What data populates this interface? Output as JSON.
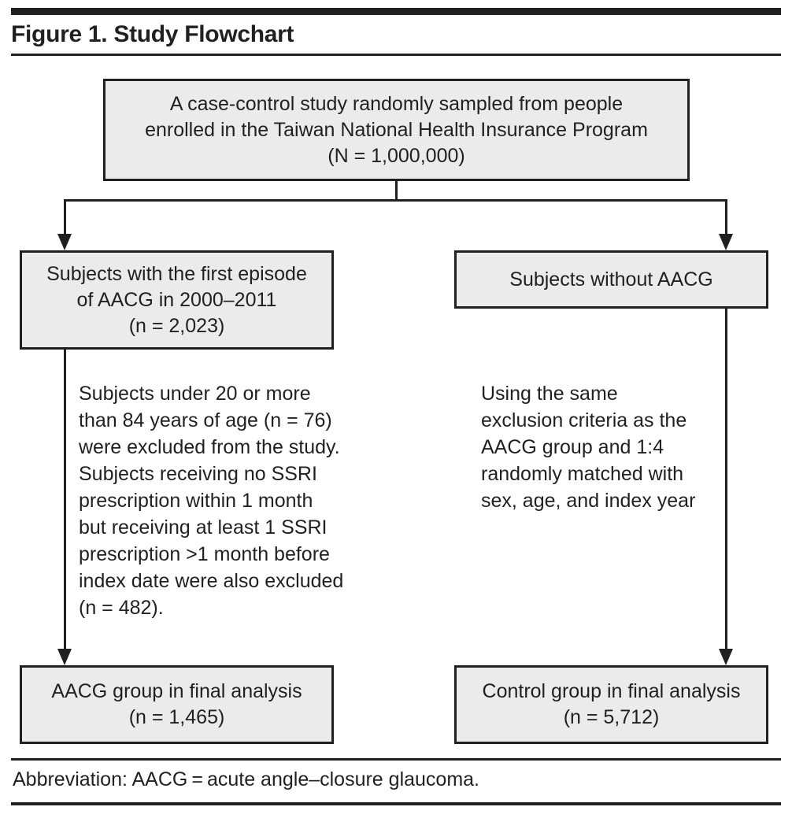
{
  "figure": {
    "title": "Figure 1. Study Flowchart",
    "footnote": "Abbreviation: AACG = acute angle–closure glaucoma."
  },
  "flowchart": {
    "type": "flowchart",
    "nodes": [
      {
        "id": "source",
        "text": "A case-control study randomly sampled from people\nenrolled in the Taiwan National Health Insurance Program\n(N = 1,000,000)",
        "n_label": "N = 1,000,000",
        "n_value": 1000000
      },
      {
        "id": "cases",
        "text": "Subjects with the first episode\nof AACG in 2000–2011\n(n = 2,023)",
        "n_label": "n = 2,023",
        "n_value": 2023
      },
      {
        "id": "controls",
        "text": "Subjects without AACG",
        "n_label": "",
        "n_value": null
      },
      {
        "id": "case-final",
        "text": "AACG group in final analysis\n(n = 1,465)",
        "n_label": "n = 1,465",
        "n_value": 1465
      },
      {
        "id": "control-final",
        "text": "Control group in final analysis\n(n = 5,712)",
        "n_label": "n = 5,712",
        "n_value": 5712
      }
    ],
    "annotations": [
      {
        "id": "cases-exclusions",
        "text": "Subjects under 20 or more\nthan 84 years of age (n = 76)\nwere excluded from the study.\nSubjects receiving no SSRI\nprescription within 1 month\nbut receiving at least 1 SSRI\nprescription >1 month before\nindex date were also excluded\n(n = 482)."
      },
      {
        "id": "controls-matching",
        "text": "Using the same\nexclusion criteria as the\nAACG group and 1:4\nrandomly matched with\nsex, age, and index year"
      }
    ],
    "colors": {
      "box_fill": "#ebebeb",
      "stroke": "#231f20",
      "page": "#ffffff"
    }
  }
}
